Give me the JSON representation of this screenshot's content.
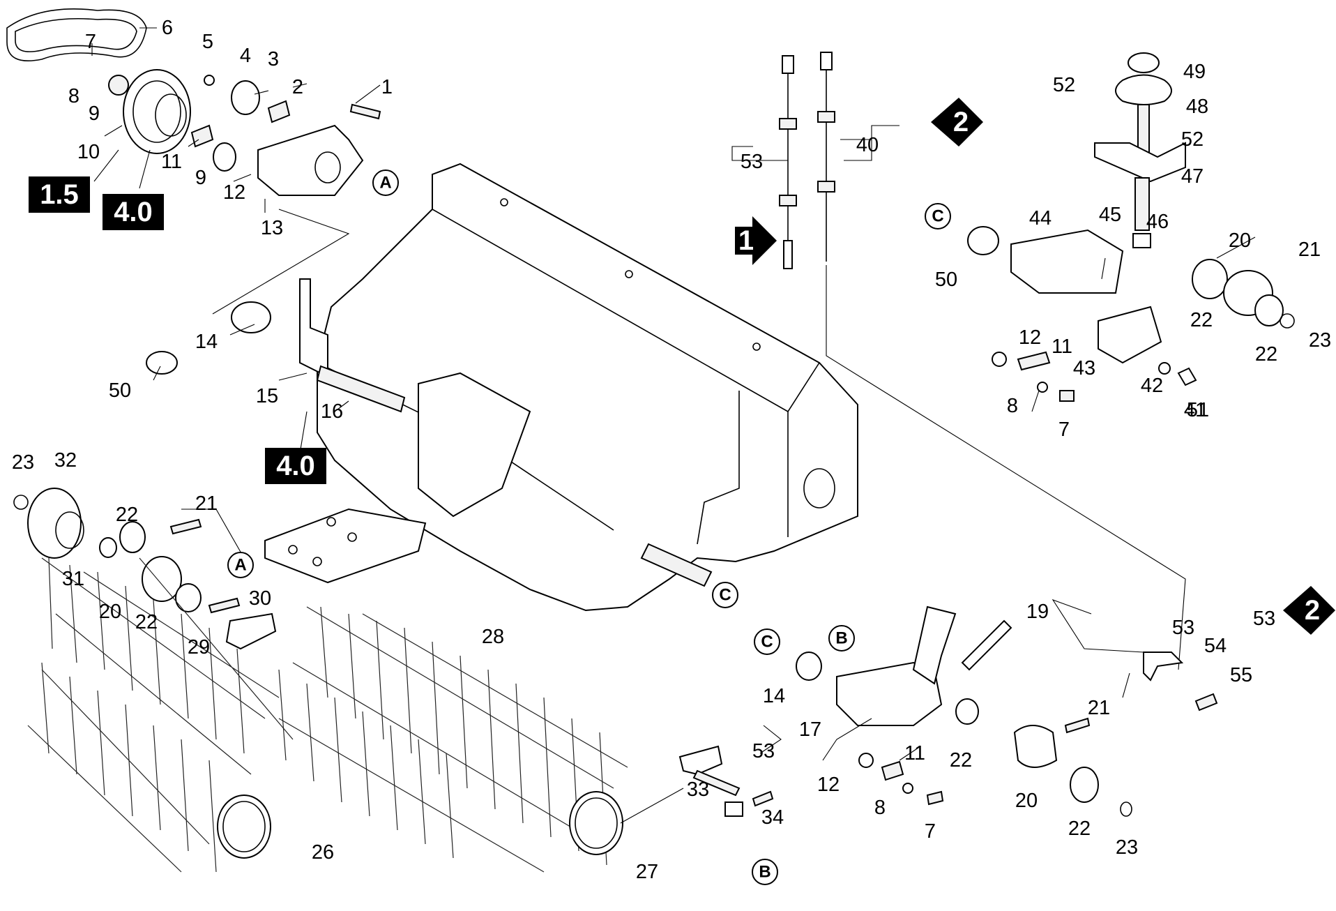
{
  "diagram": {
    "part_labels": [
      "1",
      "2",
      "3",
      "4",
      "5",
      "6",
      "7",
      "8",
      "9",
      "10",
      "11",
      "9",
      "12",
      "13",
      "14",
      "50",
      "15",
      "16",
      "23",
      "32",
      "22",
      "21",
      "31",
      "20",
      "22",
      "30",
      "29",
      "28",
      "26",
      "27",
      "33",
      "34",
      "53",
      "40",
      "53",
      "52",
      "48",
      "49",
      "52",
      "47",
      "44",
      "45",
      "46",
      "20",
      "21",
      "50",
      "22",
      "22",
      "23",
      "12",
      "11",
      "43",
      "42",
      "8",
      "7",
      "41",
      "51",
      "19",
      "53",
      "54",
      "55",
      "14",
      "17",
      "53",
      "21",
      "22",
      "12",
      "11",
      "8",
      "7",
      "20",
      "22",
      "23"
    ],
    "ref_letters": [
      "A",
      "A",
      "C",
      "C",
      "C",
      "B",
      "B"
    ],
    "value_boxes": [
      "1.5",
      "4.0",
      "4.0"
    ],
    "connector_arrows": [
      "1",
      "2",
      "2"
    ]
  }
}
